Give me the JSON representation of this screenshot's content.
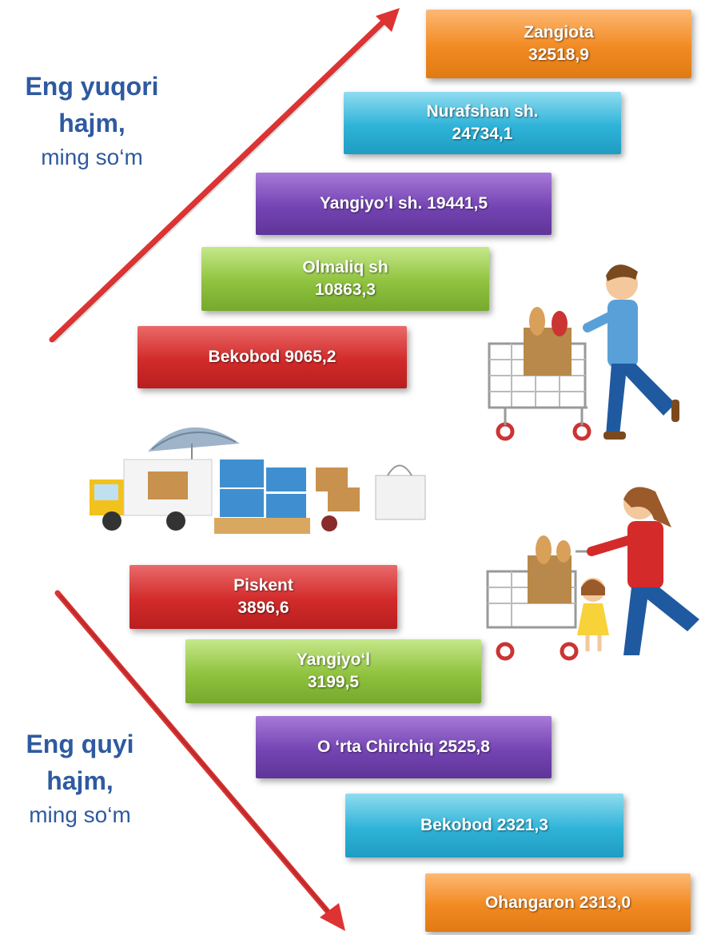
{
  "top_section": {
    "title_line1": "Eng yuqori",
    "title_line2": "hajm,",
    "unit": "ming so‘m",
    "bars": [
      {
        "line1": "Zangiota",
        "line2": "32518,9",
        "color": "#f28a22"
      },
      {
        "line1": "Nurafshan sh.",
        "line2": "24734,1",
        "color": "#2fb3d8"
      },
      {
        "line1": "Yangiyo‘l sh. 19441,5",
        "line2": "",
        "color": "#7444b3"
      },
      {
        "line1": "Olmaliq sh",
        "line2": "10863,3",
        "color": "#8fc23e"
      },
      {
        "line1": "Bekobod 9065,2",
        "line2": "",
        "color": "#d22a2a"
      }
    ]
  },
  "bottom_section": {
    "title_line1": "Eng quyi",
    "title_line2": "hajm,",
    "unit": "ming so‘m",
    "bars": [
      {
        "line1": "Piskent",
        "line2": "3896,6",
        "color": "#d22a2a"
      },
      {
        "line1": "Yangiyo‘l",
        "line2": "3199,5",
        "color": "#8fc23e"
      },
      {
        "line1": "O ‘rta Chirchiq 2525,8",
        "line2": "",
        "color": "#7444b3"
      },
      {
        "line1": "Bekobod 2321,3",
        "line2": "",
        "color": "#2fb3d8"
      },
      {
        "line1": "Ohangaron 2313,0",
        "line2": "",
        "color": "#f28a22"
      }
    ]
  },
  "icons": {
    "trend_up": "arrow-up-right-icon",
    "trend_down": "arrow-down-right-icon",
    "shopper_man": "man-with-cart-icon",
    "shopper_woman": "woman-with-child-cart-icon",
    "delivery": "delivery-truck-icon"
  }
}
